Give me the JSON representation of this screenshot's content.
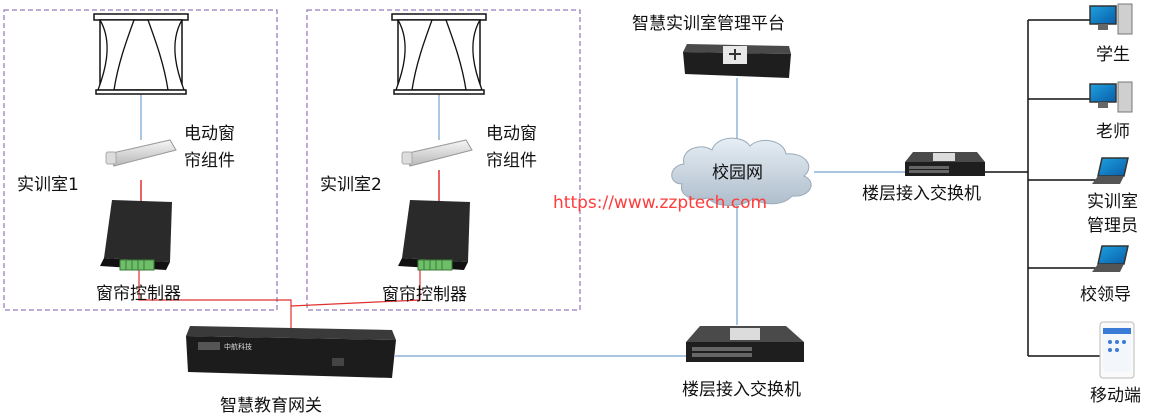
{
  "colors": {
    "room_border": "#7d5aa8",
    "red_link": "#e03030",
    "blue_link": "#8fb4d8",
    "black_link": "#111111",
    "url_text": "#ff3b3b"
  },
  "labels": {
    "room1": "实训室1",
    "room2": "实训室2",
    "motor1": [
      "电动窗",
      "帘组件"
    ],
    "motor2": [
      "电动窗",
      "帘组件"
    ],
    "controller1": "窗帘控制器",
    "controller2": "窗帘控制器",
    "gateway": "智慧教育网关",
    "gateway_brand": "中航科技",
    "platform": "智慧实训室管理平台",
    "campus_net": "校园网",
    "switch_right": "楼层接入交换机",
    "switch_bottom": "楼层接入交换机",
    "url": "https://www.zzptech.com",
    "student": "学生",
    "teacher": "老师",
    "lab_admin": [
      "实训室",
      "管理员"
    ],
    "school_leader": "校领导",
    "mobile": "移动端"
  },
  "icons": [
    "curtain-icon",
    "curtain-motor-icon",
    "controller-icon",
    "gateway-icon",
    "server-icon",
    "cloud-icon",
    "switch-icon",
    "desktop-pc-icon",
    "laptop-icon",
    "phone-icon"
  ]
}
